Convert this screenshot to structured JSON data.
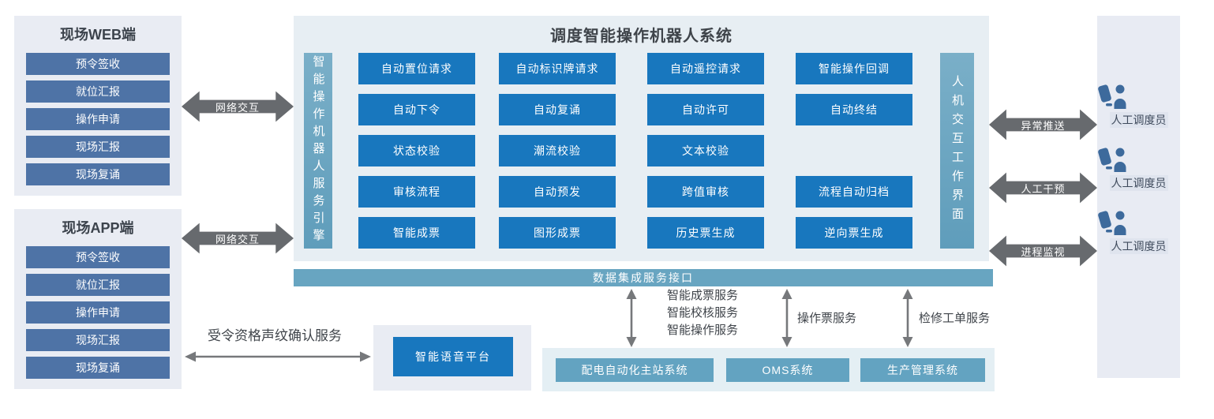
{
  "left_panels": [
    {
      "title": "现场WEB端",
      "items": [
        "预令签收",
        "就位汇报",
        "操作申请",
        "现场汇报",
        "现场复诵"
      ]
    },
    {
      "title": "现场APP端",
      "items": [
        "预令签收",
        "就位汇报",
        "操作申请",
        "现场汇报",
        "现场复诵"
      ]
    }
  ],
  "network_arrows": [
    "网络交互",
    "网络交互"
  ],
  "main": {
    "title": "调度智能操作机器人系统",
    "engine_bar": "智能操作机器人服务引擎",
    "hmi_bar": "人机交互工作界面",
    "grid": [
      [
        "自动置位请求",
        "自动标识牌请求",
        "自动遥控请求",
        "智能操作回调"
      ],
      [
        "自动下令",
        "自动复诵",
        "自动许可",
        "自动终结"
      ],
      [
        "状态校验",
        "潮流校验",
        "文本校验"
      ],
      [
        "审核流程",
        "自动预发",
        "跨值审核",
        "流程自动归档"
      ],
      [
        "智能成票",
        "图形成票",
        "历史票生成",
        "逆向票生成"
      ]
    ]
  },
  "data_bar": {
    "label": "数据集成服务接口"
  },
  "right_arrows": [
    "异常推送",
    "人工干预",
    "进程监视"
  ],
  "dispatchers": [
    "人工调度员",
    "人工调度员",
    "人工调度员"
  ],
  "voice": {
    "service_label": "受令资格声纹确认服务",
    "platform": "智能语音平台"
  },
  "services": {
    "stack": [
      "智能成票服务",
      "智能校核服务",
      "智能操作服务"
    ],
    "op_ticket": "操作票服务",
    "maintenance": "检修工单服务"
  },
  "bottom_systems": [
    "配电自动化主站系统",
    "OMS系统",
    "生产管理系统"
  ],
  "colors": {
    "button_blue": "#1877be",
    "steel_item_blue": "#4e73a6",
    "engine_bar_teal": "#6ca6c1",
    "data_bar_teal": "#68a5c1",
    "bottom_button_teal": "#63a3c1",
    "fat_arrow_gray": "#676a6e",
    "thin_arrow_gray": "#76787b",
    "person_icon_blue": "#3d6a9c",
    "panel_bg": "#e9ecf3",
    "main_panel_bg": "#e7eef3"
  }
}
